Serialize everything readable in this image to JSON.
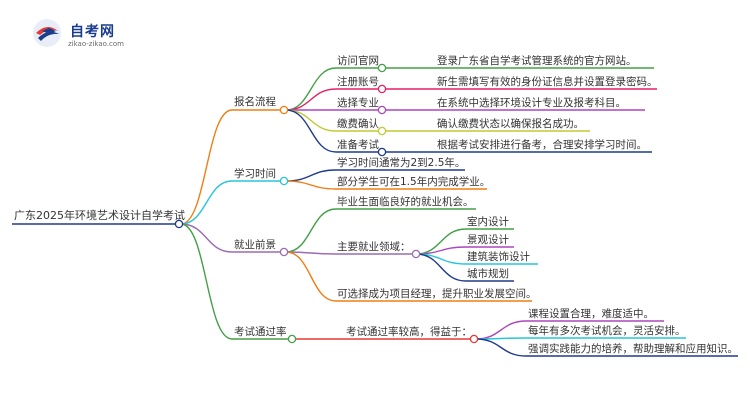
{
  "logo": {
    "title": "自考网",
    "url": "zikao-zikao.com"
  },
  "root": "广东2025年环境艺术设计自学考试",
  "branches": [
    {
      "label": "报名流程",
      "color": "#f07d12",
      "items": [
        {
          "label": "访问官网",
          "color": "#43a047",
          "detail": "登录广东省自学考试管理系统的官方网站。"
        },
        {
          "label": "注册账号",
          "color": "#e91e63",
          "detail": "新生需填写有效的身份证信息并设置登录密码。"
        },
        {
          "label": "选择专业",
          "color": "#ab47bc",
          "detail": "在系统中选择环境设计专业及报考科目。"
        },
        {
          "label": "缴费确认",
          "color": "#c0ca33",
          "detail": "确认缴费状态以确保报名成功。"
        },
        {
          "label": "准备考试",
          "color": "#1e3a8a",
          "detail": "根据考试安排进行备考，合理安排学习时间。"
        }
      ]
    },
    {
      "label": "学习时间",
      "color": "#26c6da",
      "items": [
        {
          "label": "学习时间通常为2到2.5年。",
          "color": "#1e3a8a"
        },
        {
          "label": "部分学生可在1.5年内完成学业。",
          "color": "#f07d12"
        }
      ]
    },
    {
      "label": "就业前景",
      "color": "#9c6bb3",
      "items": [
        {
          "label": "毕业生面临良好的就业机会。",
          "color": "#43a047"
        },
        {
          "label": "主要就业领域：",
          "color": "#9c6bb3",
          "children": [
            {
              "label": "室内设计",
              "color": "#43a047"
            },
            {
              "label": "景观设计",
              "color": "#ab47bc"
            },
            {
              "label": "建筑装饰设计",
              "color": "#26c6da"
            },
            {
              "label": "城市规划",
              "color": "#1e3a8a"
            }
          ]
        },
        {
          "label": "可选择成为项目经理，提升职业发展空间。",
          "color": "#f07d12"
        }
      ]
    },
    {
      "label": "考试通过率",
      "color": "#43a047",
      "items": [
        {
          "label": "考试通过率较高，得益于：",
          "color": "#e53935",
          "children": [
            {
              "label": "课程设置合理，难度适中。",
              "color": "#ab47bc"
            },
            {
              "label": "每年有多次考试机会，灵活安排。",
              "color": "#26c6da"
            },
            {
              "label": "强调实践能力的培养，帮助理解和应用知识。",
              "color": "#1e3a8a"
            }
          ]
        }
      ]
    }
  ]
}
